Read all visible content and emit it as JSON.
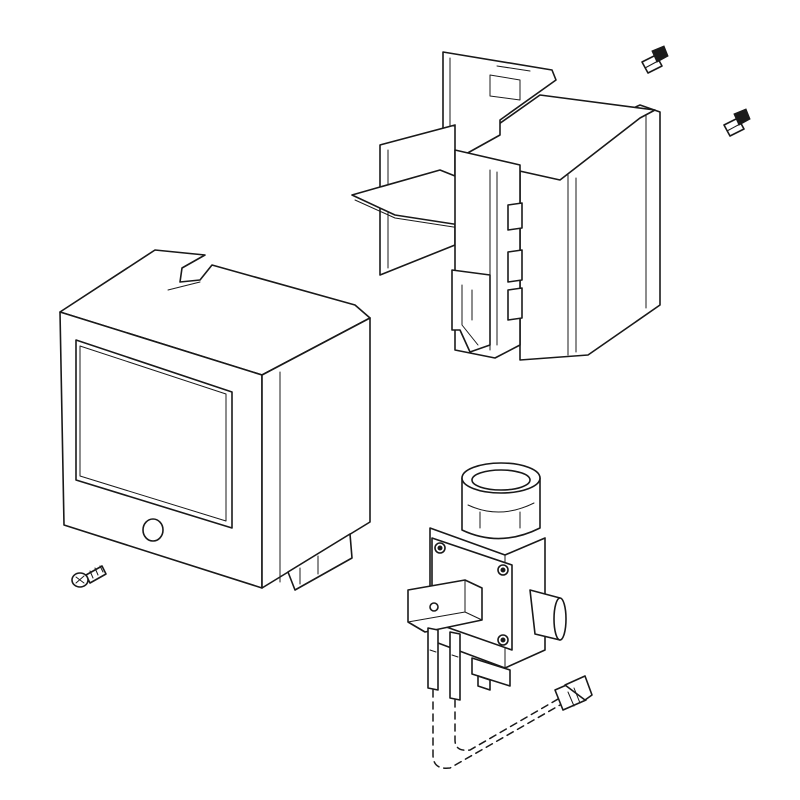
{
  "figure": {
    "colors": {
      "line": "#1a1a1a",
      "background": "#ffffff"
    },
    "parts": [
      {
        "id": "cover",
        "icon": "cover-box-icon"
      },
      {
        "id": "mounting-bracket",
        "icon": "bracket-icon"
      },
      {
        "id": "solenoid-valve-assembly",
        "icon": "valve-icon"
      },
      {
        "id": "cover-screw",
        "icon": "screw-icon"
      },
      {
        "id": "bracket-screw-1",
        "icon": "screw-icon"
      },
      {
        "id": "bracket-screw-2",
        "icon": "screw-icon"
      },
      {
        "id": "wire-connector",
        "icon": "connector-icon"
      }
    ]
  }
}
